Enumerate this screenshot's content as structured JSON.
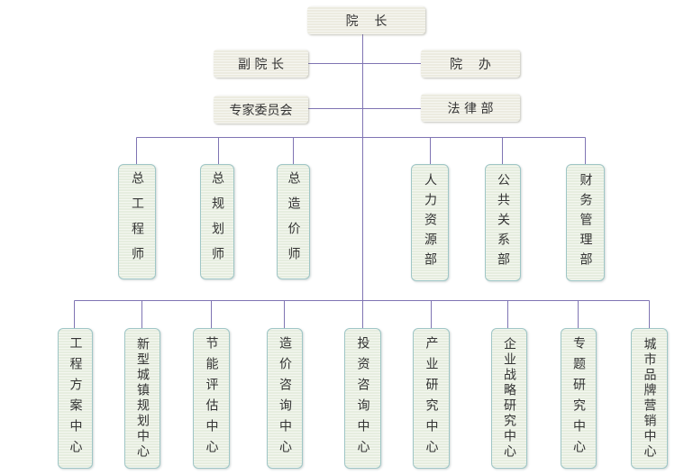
{
  "org": {
    "president": "院    长",
    "vice_president": "副 院 长",
    "office": "院    办",
    "expert_committee": "专家委员会",
    "legal": "法 律 部",
    "chiefs": [
      "总工程师",
      "总规划师",
      "总造价师"
    ],
    "departments": [
      "人力资源部",
      "公共关系部",
      "财务管理部"
    ],
    "centers": [
      "工程方案中心",
      "新型城镇规划中心",
      "节能评估中心",
      "造价咨询中心",
      "投资咨询中心",
      "产业研究中心",
      "企业战略研究中心",
      "专题研究中心",
      "城市品牌营销中心"
    ]
  },
  "colors": {
    "line": "#7f74b3",
    "box_fill": "#ecebe0",
    "box_border": "#9fc6c6",
    "text": "#333333"
  }
}
